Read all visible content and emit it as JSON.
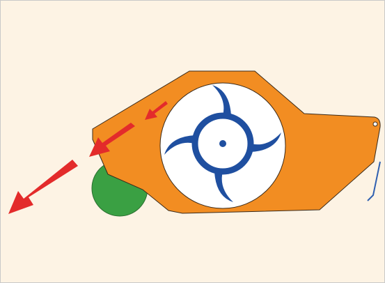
{
  "colors": {
    "background": "#fdf3e4",
    "frame_border": "#c9c9c9",
    "housing": "#f28d22",
    "housing_stroke": "#3a2a1a",
    "drum": "#ffffff",
    "impeller": "#1f4fa0",
    "wheel": "#3aa043",
    "arrows": "#e32b2b",
    "hook": "#2f5fb0"
  },
  "icons": {
    "housing": "orange-housing-shape",
    "impeller": "blue-four-blade-impeller",
    "wheel": "green-wheel",
    "arrows": "red-discharge-arrows"
  }
}
